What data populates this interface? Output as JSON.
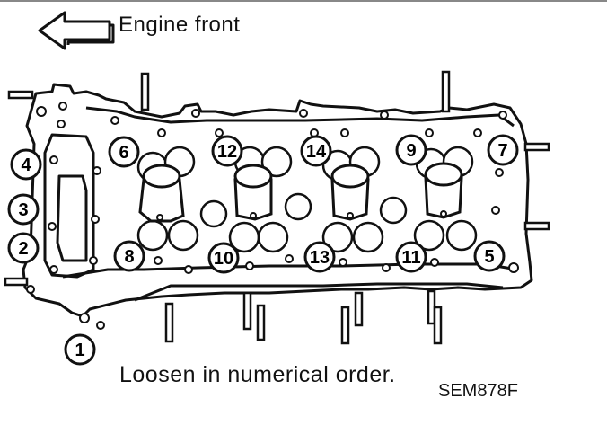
{
  "header": {
    "direction_label": "Engine front"
  },
  "caption": {
    "instruction": "Loosen in numerical order.",
    "figure_code": "SEM878F"
  },
  "bolt_labels": [
    "1",
    "2",
    "3",
    "4",
    "5",
    "6",
    "7",
    "8",
    "9",
    "10",
    "11",
    "12",
    "13",
    "14"
  ],
  "colors": {
    "line": "#111111",
    "background": "#ffffff"
  },
  "icons": {
    "direction": "arrow-left-icon"
  }
}
